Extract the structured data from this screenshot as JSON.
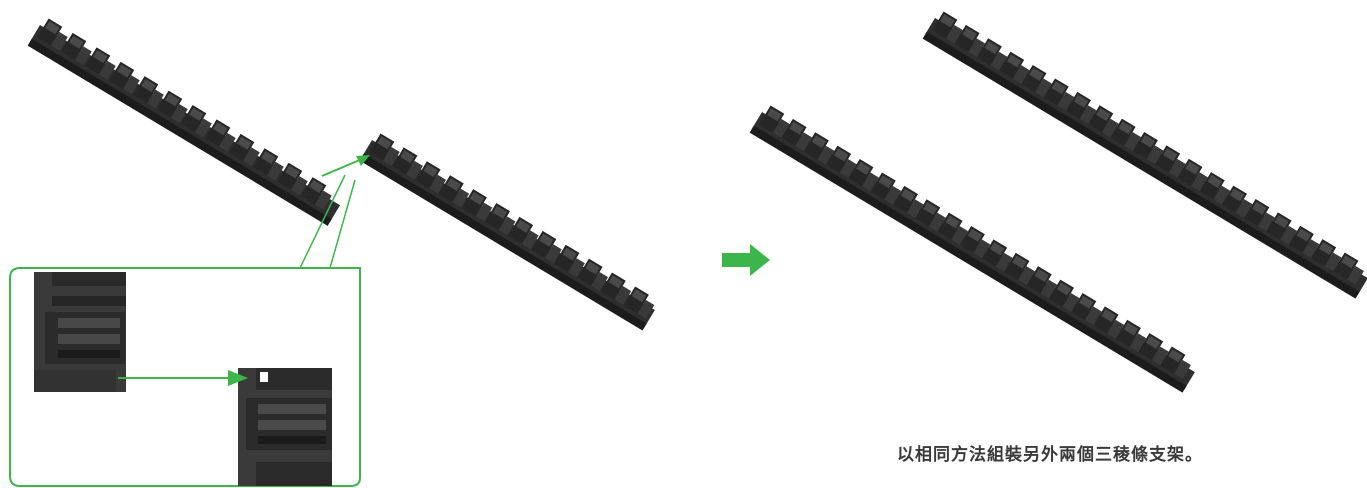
{
  "instruction": {
    "caption": "以相同方法組裝另外兩個三稜條支架。"
  },
  "illustration": {
    "accent_color": "#3cb54a",
    "part_color": "#3a3a3a",
    "part_dark": "#1f1f1f",
    "part_light": "#6a6a6a",
    "parts": [
      "connector-bar",
      "connector-bar",
      "connector-bar",
      "connector-bar"
    ],
    "icons": [
      "arrow-right-icon",
      "callout-arrow-icon",
      "magnified-joint"
    ]
  }
}
